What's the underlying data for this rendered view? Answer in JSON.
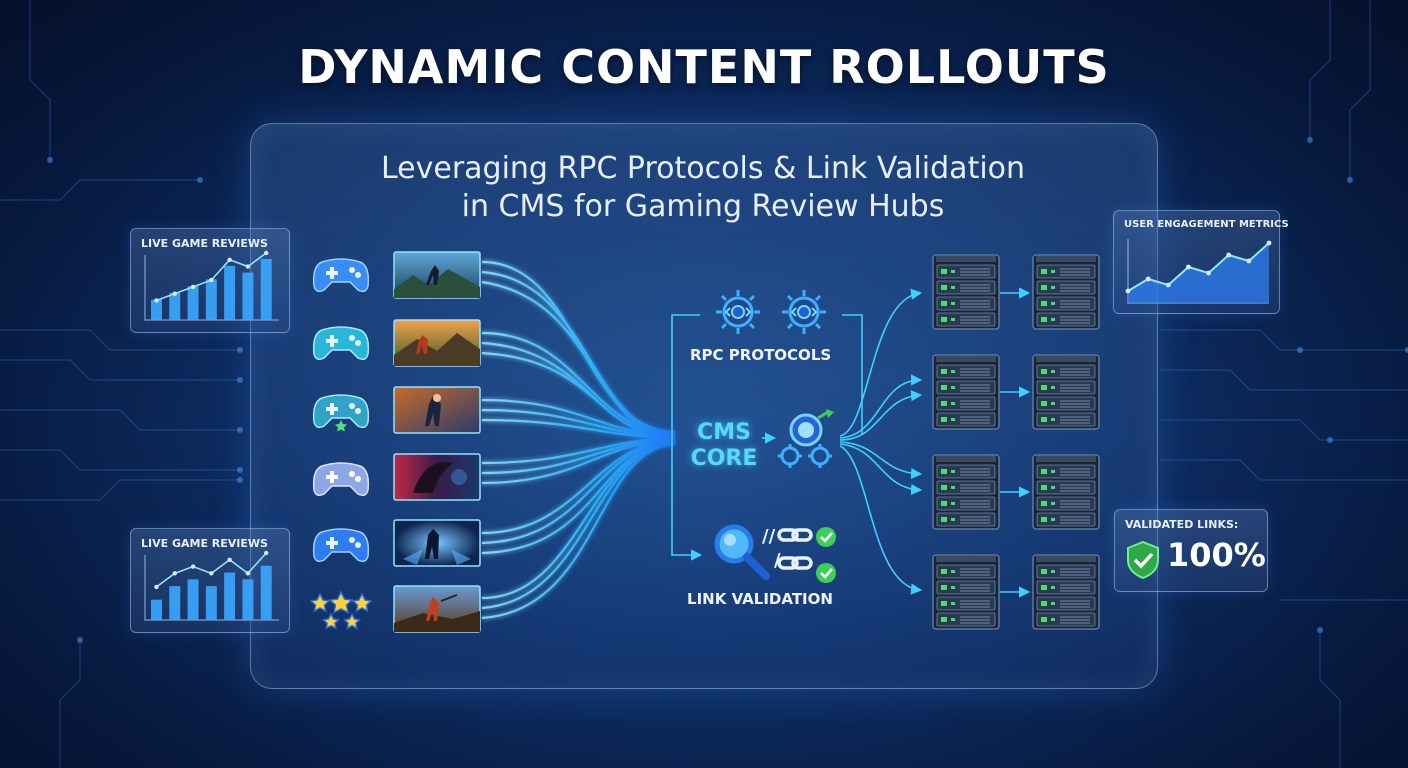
{
  "title": "DYNAMIC CONTENT ROLLOUTS",
  "subtitle_line1": "Leveraging RPC Protocols & Link Validation",
  "subtitle_line2": "in CMS for Gaming Review Hubs",
  "cards": {
    "reviews_top": {
      "label": "LIVE GAME REVIEWS",
      "bars": [
        3,
        4,
        5,
        6,
        8,
        7,
        9
      ],
      "trend": [
        2,
        3,
        4,
        5,
        8,
        7,
        9
      ]
    },
    "reviews_bottom": {
      "label": "LIVE GAME REVIEWS",
      "bars": [
        3,
        5,
        6,
        5,
        7,
        6,
        8
      ],
      "trend": [
        4,
        6,
        7,
        6,
        8,
        6,
        9
      ]
    },
    "engagement": {
      "label": "USER ENGAGEMENT METRICS",
      "trend": [
        2,
        4,
        3,
        6,
        5,
        8,
        7,
        10
      ]
    },
    "validated": {
      "label": "VALIDATED LINKS:",
      "value": "100%"
    }
  },
  "nodes": {
    "rpc": "RPC PROTOCOLS",
    "cms_line1": "CMS",
    "cms_line2": "CORE",
    "link": "LINK VALIDATION"
  },
  "colors": {
    "accent_cyan": "#3fd0ff",
    "accent_blue": "#2f8cff",
    "check_green": "#3ccf5a"
  },
  "icons": [
    "gamepad-icon",
    "gamepad-icon",
    "gamepad-star-icon",
    "gamepad-icon",
    "gamepad-icon",
    "stars-icon"
  ],
  "thumbnails": [
    "game-thumbnail-1",
    "game-thumbnail-2",
    "game-thumbnail-3",
    "game-thumbnail-4",
    "game-thumbnail-5",
    "game-thumbnail-6"
  ]
}
